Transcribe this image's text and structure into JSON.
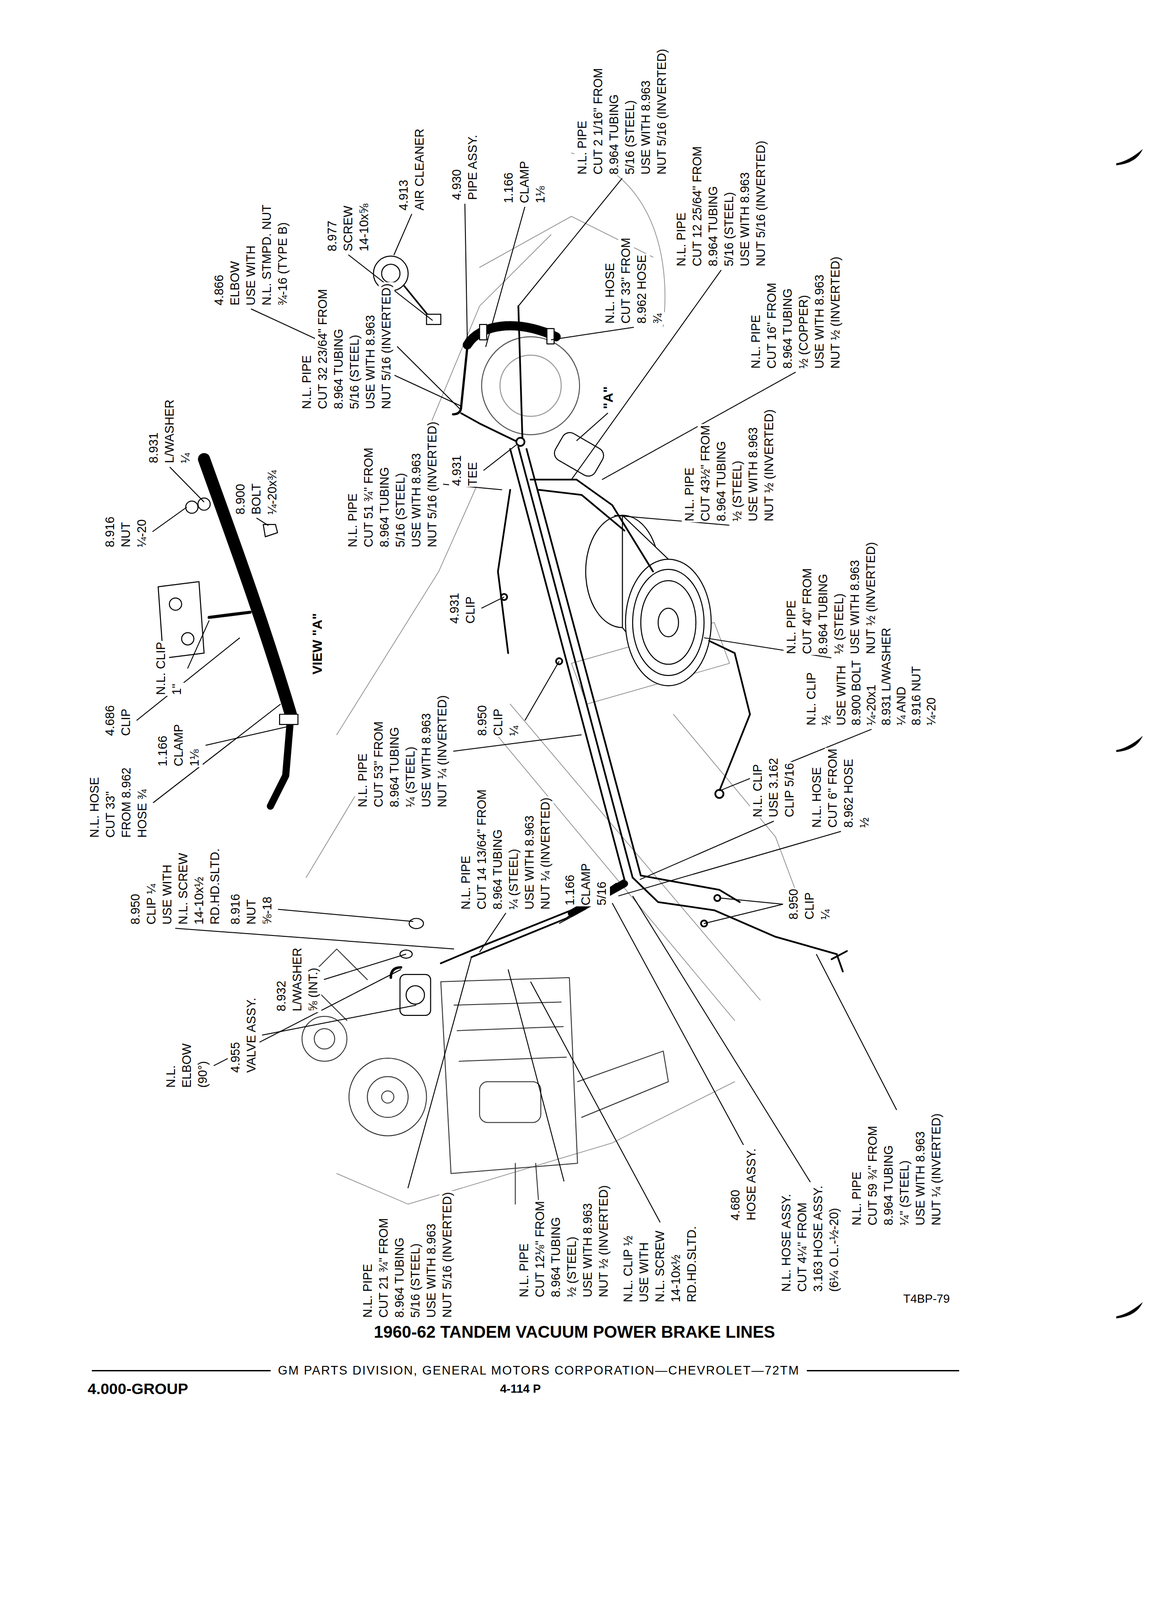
{
  "diagram": {
    "title": "1960-62 TANDEM VACUUM POWER BRAKE LINES",
    "labels": [
      "8.931 L/WASHER ¼",
      "8.916 NUT ¼-20",
      "8.900 BOLT ¼-20x¾",
      "4.866 ELBOW USE WITH N.L. STMPD. NUT ¾-16 (TYPE B)",
      "8.977 SCREW 14-10x⅝",
      "4.913 AIR CLEANER",
      "4.930 PIPE ASSY.",
      "1.166 CLAMP 1⅛",
      "N.L. PIPE CUT 2 1/16\" FROM 8.964 TUBING 5/16 (STEEL) USE WITH 8.963 NUT 5/16 (INVERTED)",
      "N.L. HOSE CUT 33\" FROM 8.962 HOSE ¾",
      "N.L. PIPE CUT 12 25/64\" FROM 8.964 TUBING 5/16 (STEEL) USE WITH 8.963 NUT 5/16 (INVERTED)",
      "N.L. PIPE CUT 32 23/64\" FROM 8.964 TUBING 5/16 (STEEL) USE WITH 8.963 NUT 5/16 (INVERTED)",
      "N.L. PIPE CUT 16\" FROM 8.964 TUBING ½ (COPPER) USE WITH 8.963 NUT ½ (INVERTED)",
      "4.931 TEE",
      "\"A\"",
      "N.L. PIPE CUT 51 ¾\" FROM 8.964 TUBING 5/16 (STEEL) USE WITH 8.963 NUT 5/16 (INVERTED)",
      "N.L. PIPE CUT 43½\" FROM 8.964 TUBING ½ (STEEL) USE WITH 8.963 NUT ½ (INVERTED)",
      "4.931 CLIP",
      "N.L. CLIP 1\"",
      "VIEW \"A\"",
      "N.L. PIPE CUT 40\" FROM 8.964 TUBING ½ (STEEL) USE WITH 8.963 NUT ½ (INVERTED)",
      "4.686 CLIP",
      "N.L. CLIP ½ USE WITH 8.900 BOLT ¼-20x1 8.931 L/WASHER ¼ AND 8.916 NUT ¼-20",
      "8.950 CLIP ¼",
      "1.166 CLAMP 1⅛",
      "N.L. PIPE CUT 53\" FROM 8.964 TUBING ¼ (STEEL) USE WITH 8.963 NUT ¼ (INVERTED)",
      "N.L. HOSE CUT 33\" FROM 8.962 HOSE ¾",
      "N.L. CLIP USE 3.162 CLIP 5/16",
      "N.L. HOSE CUT 6\" FROM 8.962 HOSE ½",
      "N.L. PIPE CUT 14 13/64\" FROM 8.964 TUBING ¼ (STEEL) USE WITH 8.963 NUT ¼ (INVERTED)",
      "1.166 CLAMP 5/16",
      "8.950 CLIP ¼ USE WITH N.L. SCREW 14-10x½ RD.HD.SLTD.",
      "8.916 NUT ⅝-18",
      "8.950 CLIP ¼",
      "8.932 L/WASHER ⅝ (INT.)",
      "4.955 VALVE ASSY.",
      "N.L. ELBOW (90°)",
      "4.680 HOSE ASSY.",
      "N.L. PIPE CUT 59 ¾\" FROM 8.964 TUBING ¼\" (STEEL) USE WITH 8.963 NUT ¼ (INVERTED)",
      "N.L. HOSE ASSY. CUT 4¼\" FROM 3.163 HOSE ASSY. (6¼ O.L.-½-20)",
      "N.L. CLIP ½ USE WITH N.L. SCREW 14-10x½ RD.HD.SLTD.",
      "N.L. PIPE CUT 12⅛\" FROM 8.964 TUBING ½ (STEEL) USE WITH 8.963 NUT ½ (INVERTED)",
      "N.L. PIPE CUT 21 ¾\" FROM 8.964 TUBING 5/16 (STEEL) USE WITH 8.963 NUT 5/16 (INVERTED)",
      "T4BP-79",
      "GM PARTS DIVISION, GENERAL MOTORS CORPORATION—CHEVROLET—72TM",
      "4.000-GROUP",
      "4-114 P"
    ]
  }
}
